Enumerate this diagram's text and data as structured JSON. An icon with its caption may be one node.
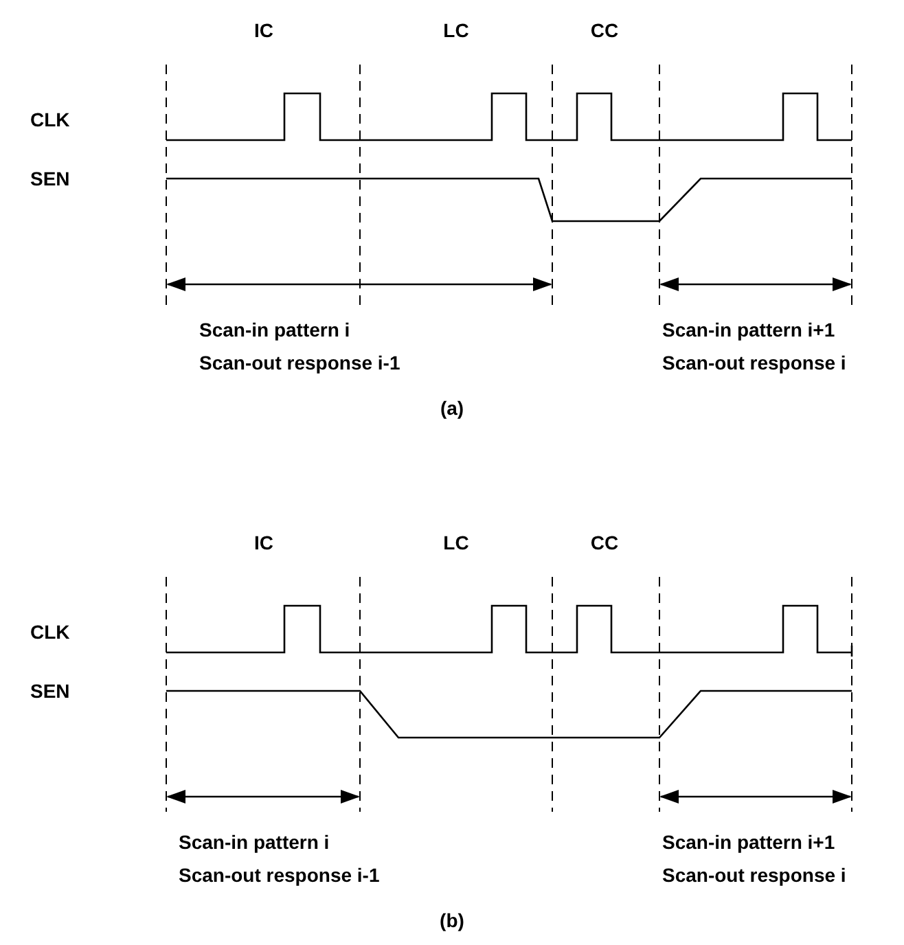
{
  "diagram": {
    "labels": [
      "IC",
      "LC",
      "CC",
      "CLK",
      "SEN",
      "Scan-in pattern i",
      "Scan-out response i-1",
      "Scan-in pattern i+1",
      "Scan-out response i",
      "(a)",
      "IC",
      "LC",
      "CC",
      "CLK",
      "SEN",
      "Scan-in pattern i",
      "Scan-out response i-1",
      "Scan-in pattern i+1",
      "Scan-out response i",
      "(b)"
    ]
  }
}
